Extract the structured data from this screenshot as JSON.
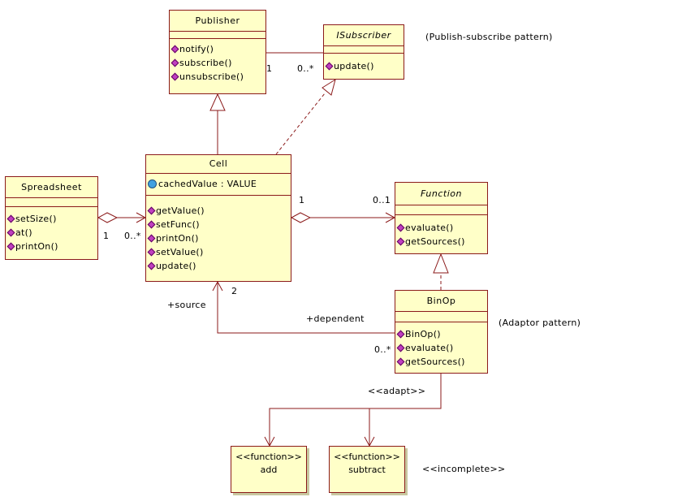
{
  "classes": {
    "publisher": {
      "name": "Publisher",
      "ops": [
        "notify()",
        "subscribe()",
        "unsubscribe()"
      ]
    },
    "isubscriber": {
      "name": "ISubscriber",
      "ops": [
        "update()"
      ]
    },
    "cell": {
      "name": "Cell",
      "attrs": [
        "cachedValue : VALUE"
      ],
      "ops": [
        "getValue()",
        "setFunc()",
        "printOn()",
        "setValue()",
        "update()"
      ]
    },
    "spreadsheet": {
      "name": "Spreadsheet",
      "ops": [
        "setSize()",
        "at()",
        "printOn()"
      ]
    },
    "function": {
      "name": "Function",
      "ops": [
        "evaluate()",
        "getSources()"
      ]
    },
    "binop": {
      "name": "BinOp",
      "ops": [
        "BinOp()",
        "evaluate()",
        "getSources()"
      ]
    }
  },
  "functions": {
    "add": {
      "stereotype": "<<function>>",
      "name": "add"
    },
    "subtract": {
      "stereotype": "<<function>>",
      "name": "subtract"
    }
  },
  "labels": {
    "pubsub_note": "(Publish-subscribe pattern)",
    "adaptor_note": "(Adaptor pattern)",
    "incomplete": "<<incomplete>>",
    "adapt": "<<adapt>>",
    "source": "+source",
    "dependent": "+dependent",
    "pub_mult": "1",
    "sub_mult": "0..*",
    "ss_mult": "1",
    "cell_mult": "0..*",
    "cellfunc_mult": "1",
    "func_mult": "0..1",
    "source_mult": "2",
    "dependent_mult": "0..*"
  }
}
